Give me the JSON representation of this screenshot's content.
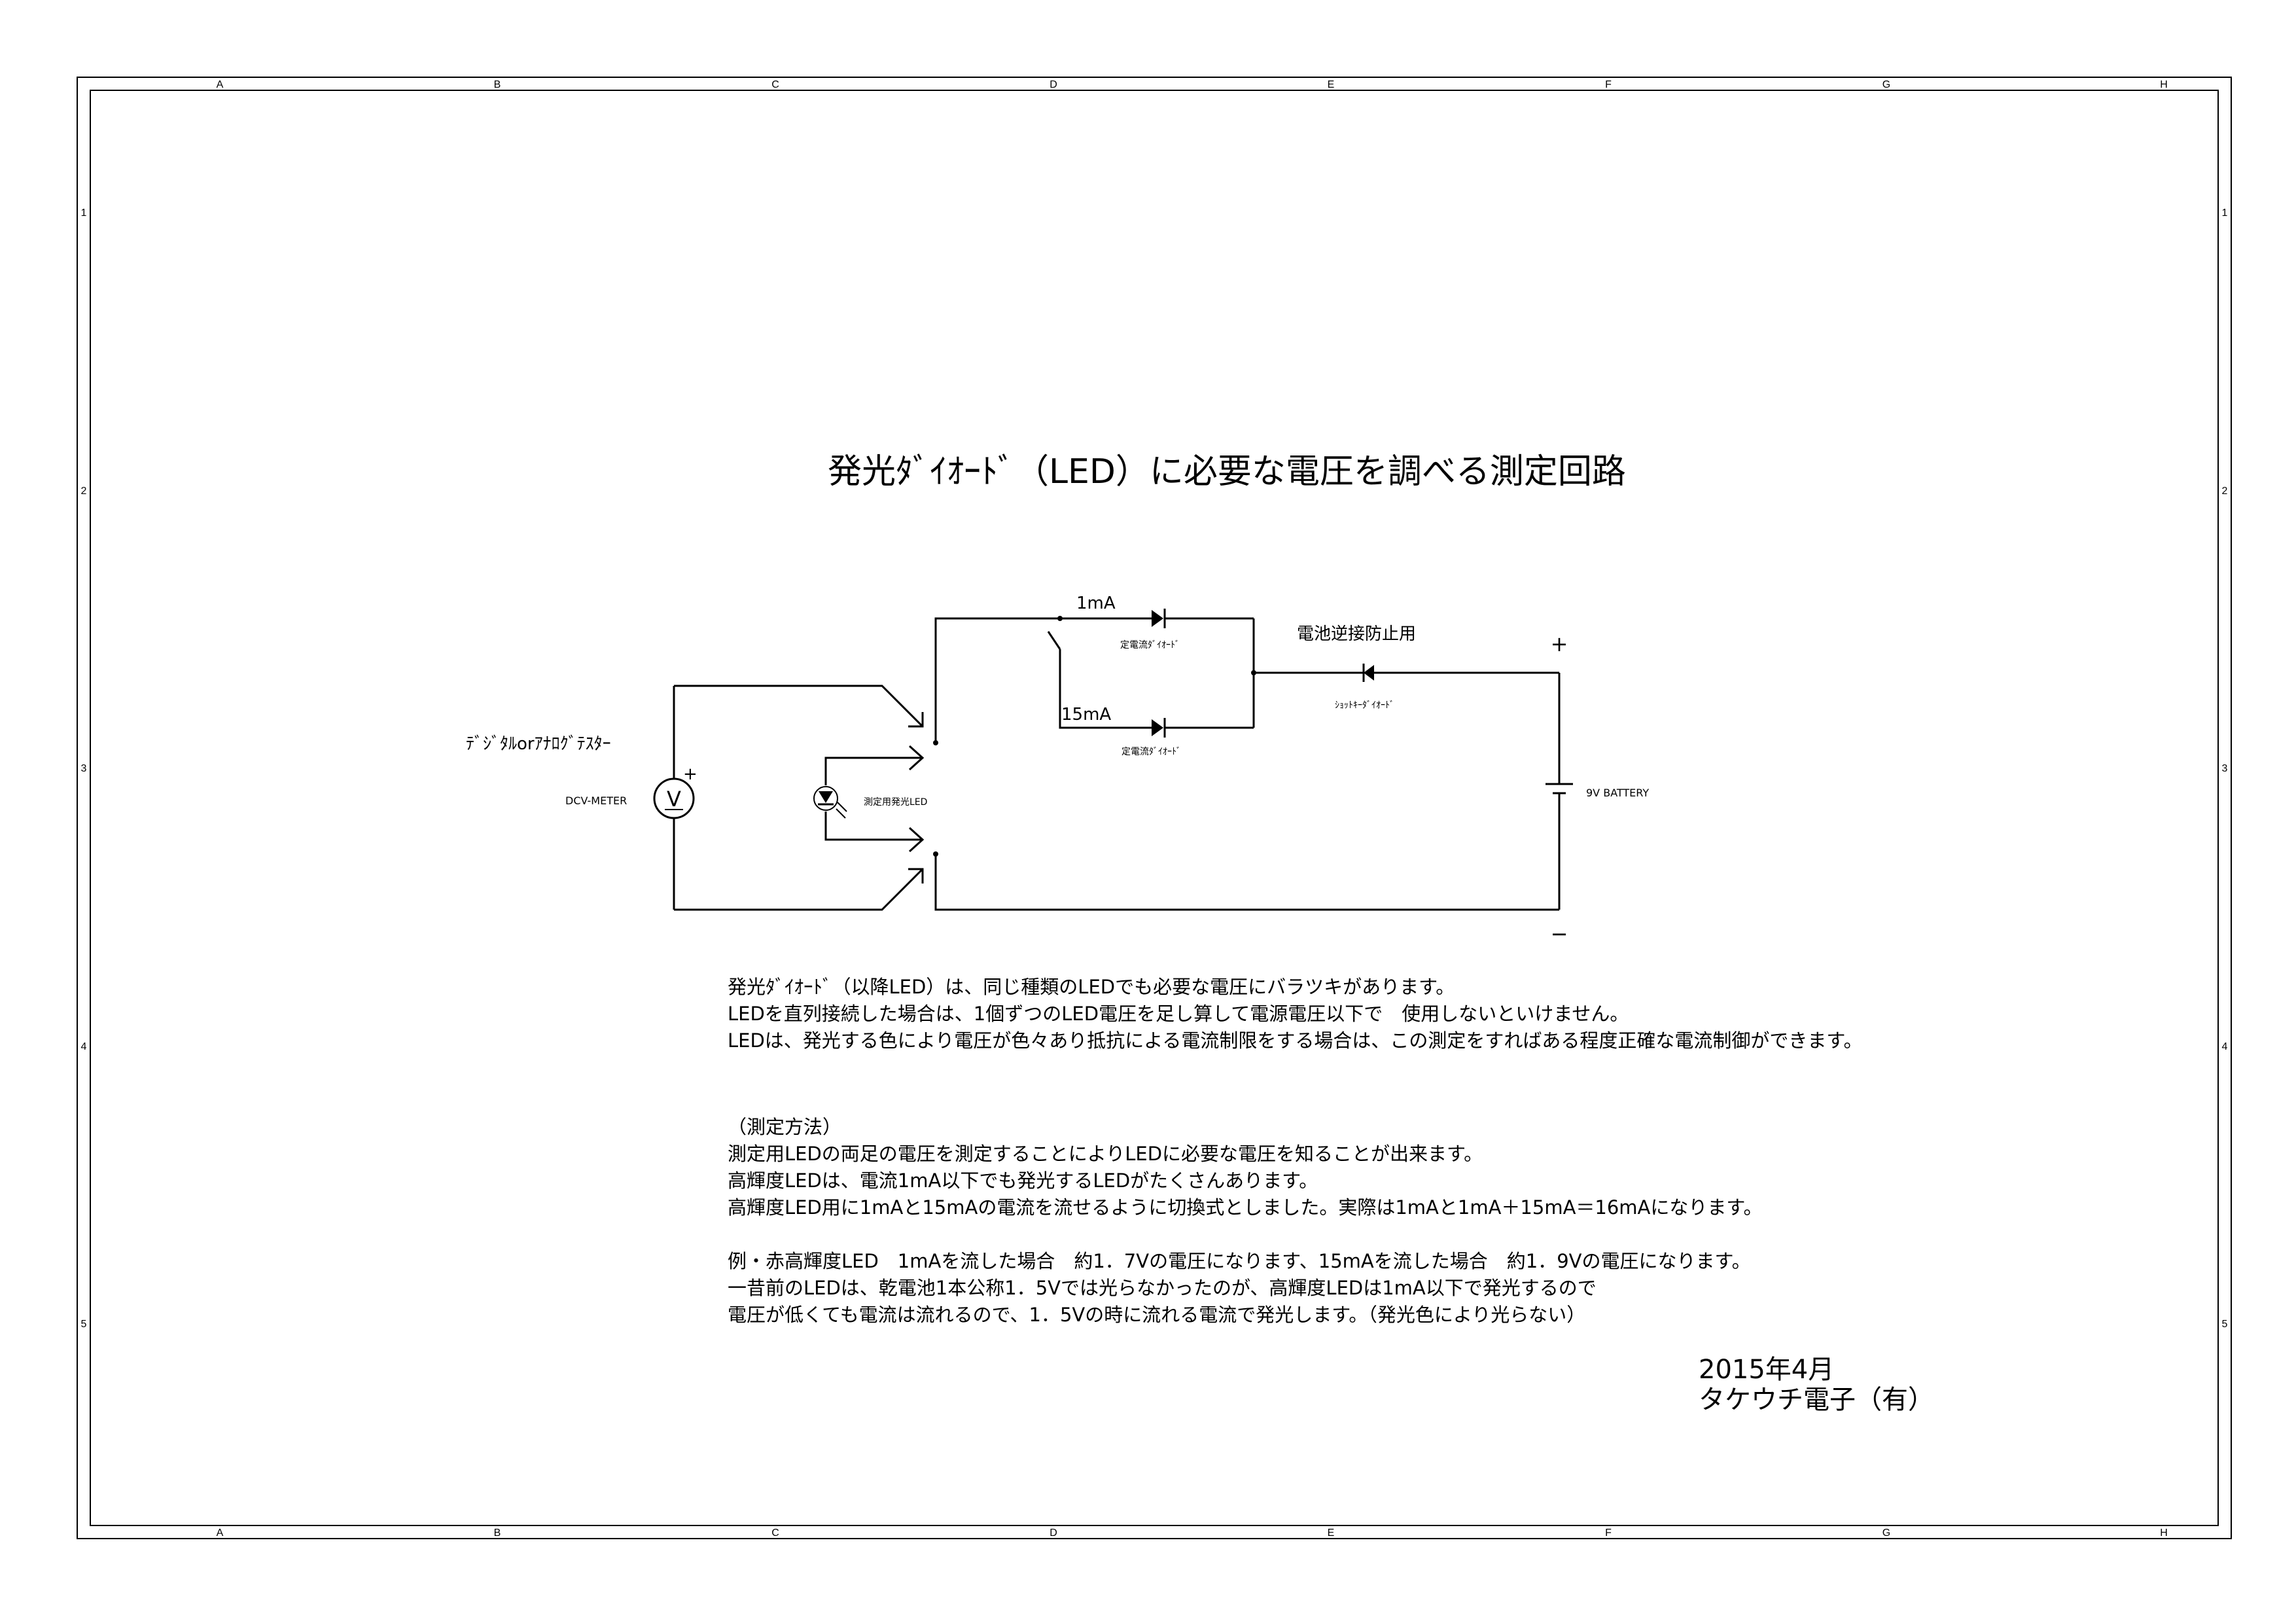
{
  "title": "発光ﾀﾞｲｵｰﾄﾞ（LED）に必要な電圧を調べる測定回路",
  "grid": {
    "columns": [
      "A",
      "B",
      "C",
      "D",
      "E",
      "F",
      "G",
      "H"
    ],
    "rows": [
      "1",
      "2",
      "3",
      "4",
      "5"
    ]
  },
  "circuit": {
    "tester_label": "ﾃﾞｼﾞﾀﾙorｱﾅﾛｸﾞﾃｽﾀｰ",
    "meter_label": "DCV-METER",
    "meter_symbol": "V",
    "meter_plus": "+",
    "led_label": "測定用発光LED",
    "current_1ma": "1mA",
    "current_15ma": "15mA",
    "crd_label_top": "定電流ﾀﾞｲｵｰﾄﾞ",
    "crd_label_bottom": "定電流ﾀﾞｲｵｰﾄﾞ",
    "protection_label": "電池逆接防止用",
    "schottky_label": "ｼｮｯﾄｷｰﾀﾞｲｵｰﾄﾞ",
    "battery_label": "9V  BATTERY",
    "plus_sign": "+",
    "minus_sign": "−"
  },
  "description": {
    "lines_1": [
      "発光ﾀﾞｲｵｰﾄﾞ（以降LED）は、同じ種類のLEDでも必要な電圧にバラツキがあります。",
      "LEDを直列接続した場合は、1個ずつのLED電圧を足し算して電源電圧以下で　使用しないといけません。",
      "LEDは、発光する色により電圧が色々あり抵抗による電流制限をする場合は、この測定をすればある程度正確な電流制御ができます。"
    ],
    "lines_2": [
      "（測定方法）",
      "測定用LEDの両足の電圧を測定することによりLEDに必要な電圧を知ることが出来ます。",
      "高輝度LEDは、電流1mA以下でも発光するLEDがたくさんあります。",
      "高輝度LED用に1mAと15mAの電流を流せるように切換式としました。実際は1mAと1mA＋15mA＝16mAになります。"
    ],
    "lines_3": [
      "例・赤高輝度LED　1mAを流した場合　約1．7Vの電圧になります、15mAを流した場合　約1．9Vの電圧になります。",
      "一昔前のLEDは、乾電池1本公称1．5Vでは光らなかったのが、高輝度LEDは1mA以下で発光するので",
      "電圧が低くても電流は流れるので、1．5Vの時に流れる電流で発光します。（発光色により光らない）"
    ]
  },
  "signature": {
    "date": "2015年4月",
    "company": "タケウチ電子（有）"
  }
}
